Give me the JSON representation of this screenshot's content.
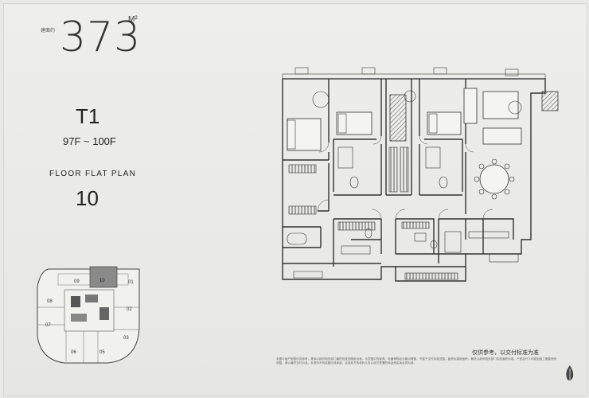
{
  "header": {
    "area_label": "建面约",
    "area_value": "373",
    "area_unit": "M²",
    "unit_type": "T1",
    "floors": "97F ~ 100F",
    "plan_title": "FLOOR FLAT PLAN",
    "unit_number": "10"
  },
  "key_plan": {
    "units": [
      "09",
      "10",
      "01",
      "02",
      "03",
      "05",
      "06",
      "07",
      "08"
    ],
    "highlight": "10",
    "highlight_color": "#8a8a8a"
  },
  "footer": {
    "disclaimer": "仅供参考，以交付标准为准",
    "fine_print": "本图平面户型图仅供参考，具体以政府相关部门最终批准的图纸为准。示意图中的家具、电器等物品为展示需要，不属于交付标准范围。面积为建筑面积，最终以政府相关部门实测面积为准。户型及尺寸可能因施工需要而有调整，请以最终交付为准。本资料不构成要约或承诺，买卖双方的权利义务以双方签署的商品房买卖合同为准。"
  },
  "colors": {
    "paper": "#eeeeea",
    "line": "#3a3a3a",
    "hatch": "#7a7a7a"
  }
}
